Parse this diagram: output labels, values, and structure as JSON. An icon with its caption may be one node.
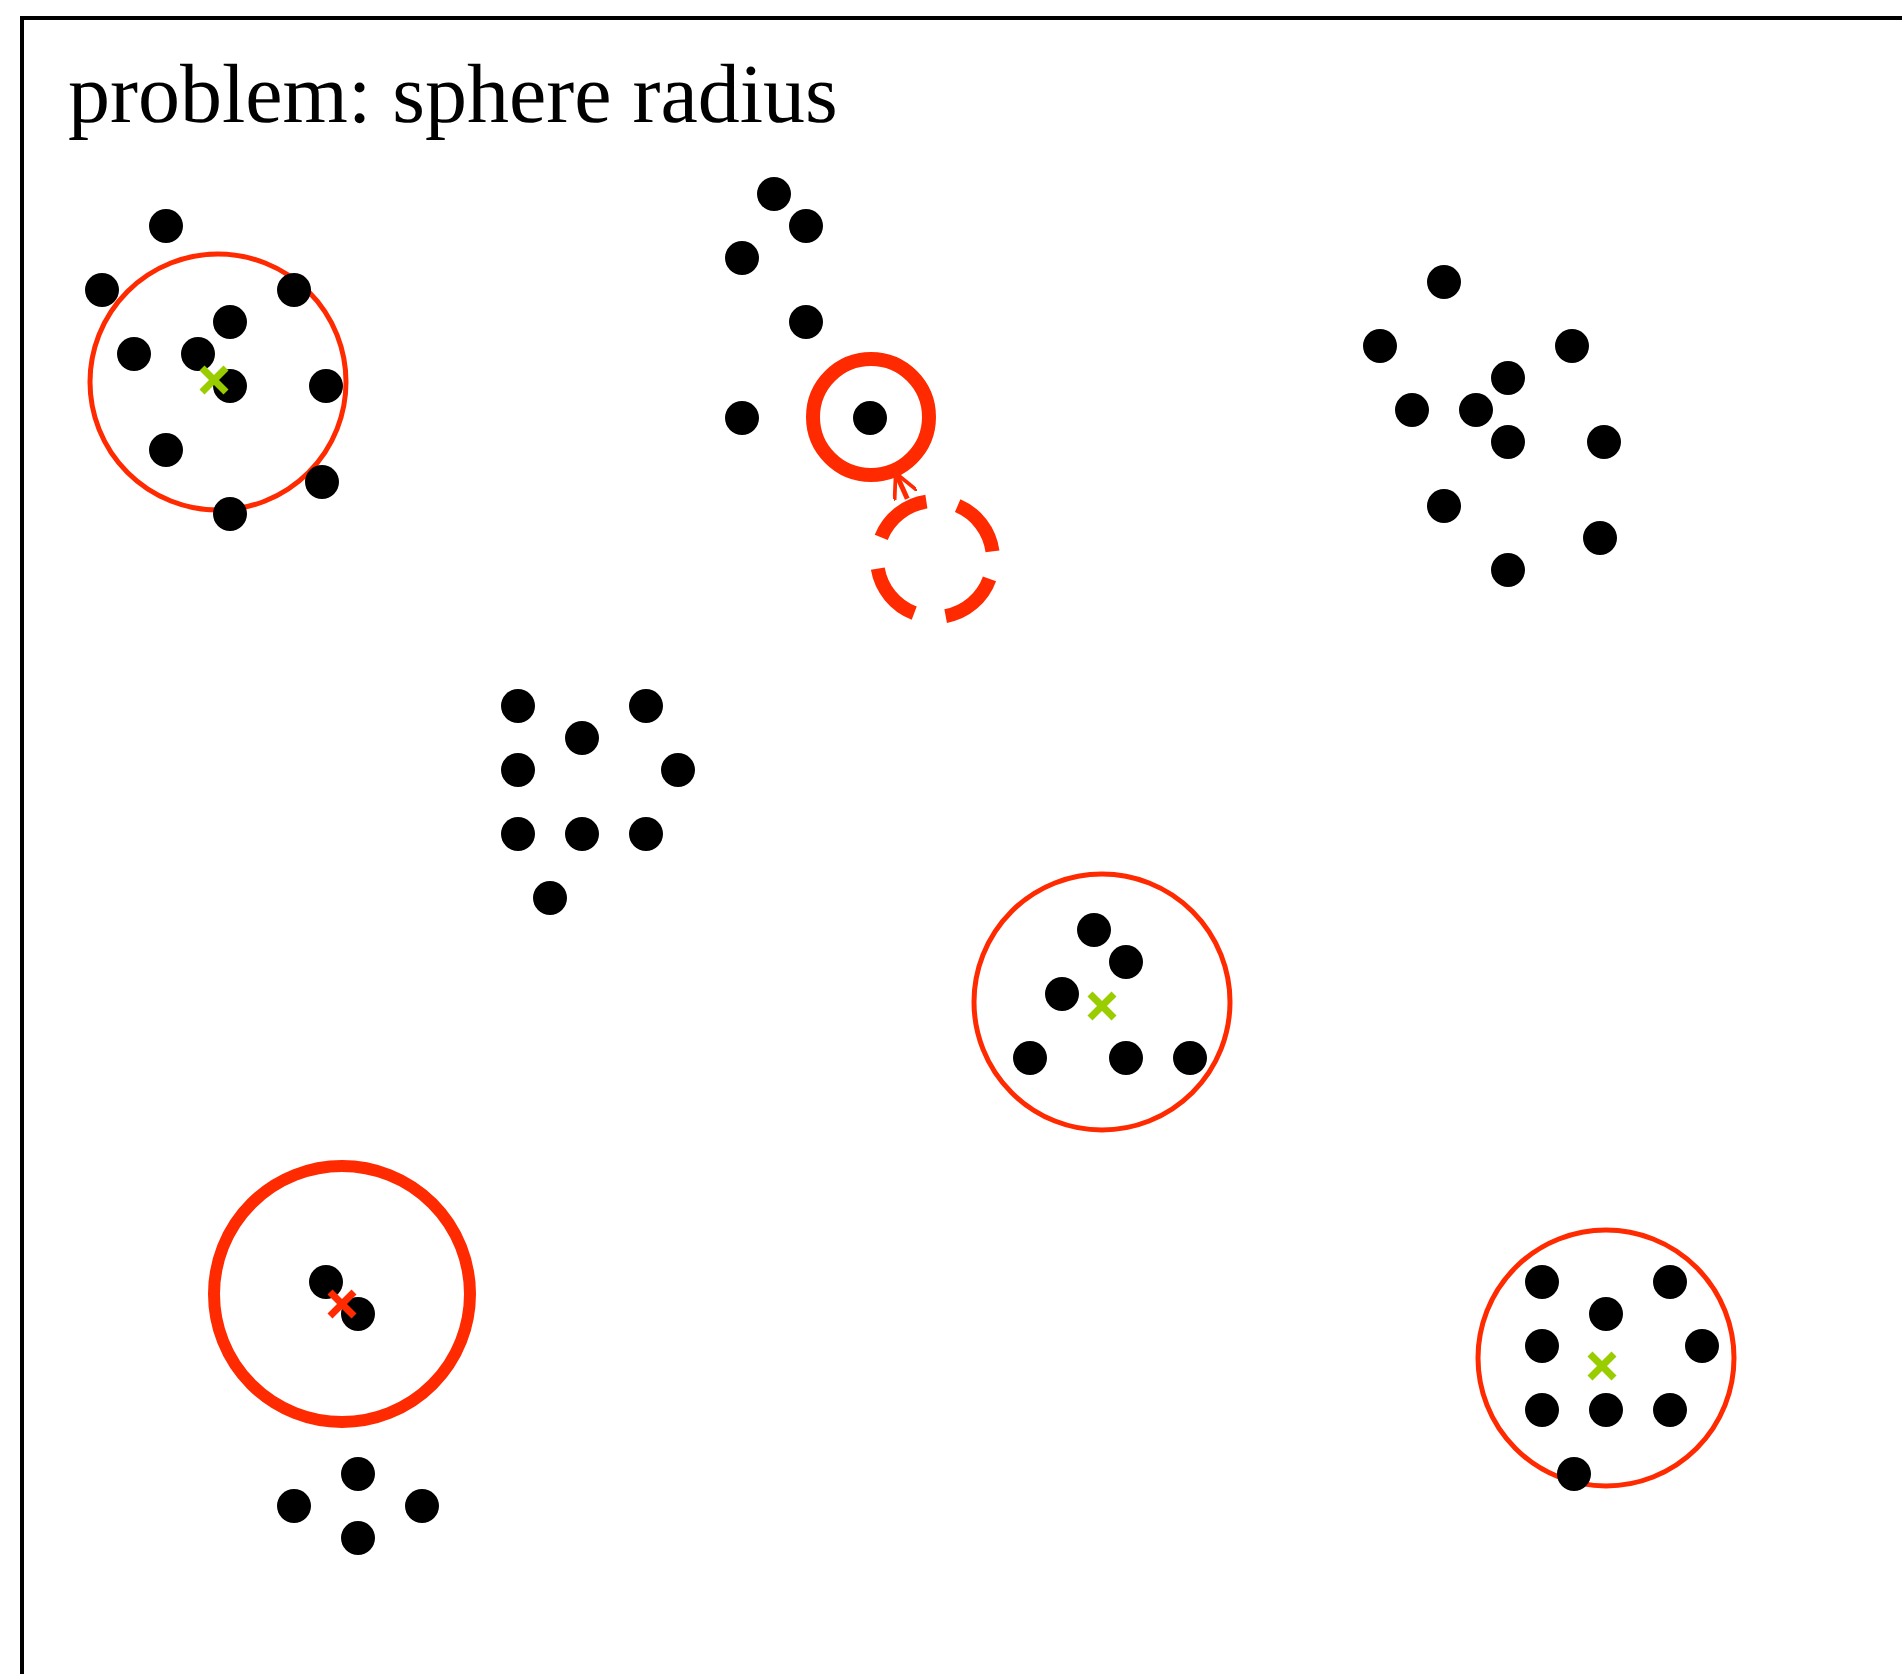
{
  "diagram": {
    "title": "problem: sphere radius",
    "nodes": [
      {
        "text": [],
        "shape": "circle"
      },
      {
        "text": [],
        "shape": "circle"
      }
    ],
    "edges": [
      {
        "from": 1,
        "to": 0,
        "arrow": "to"
      }
    ]
  }
}
